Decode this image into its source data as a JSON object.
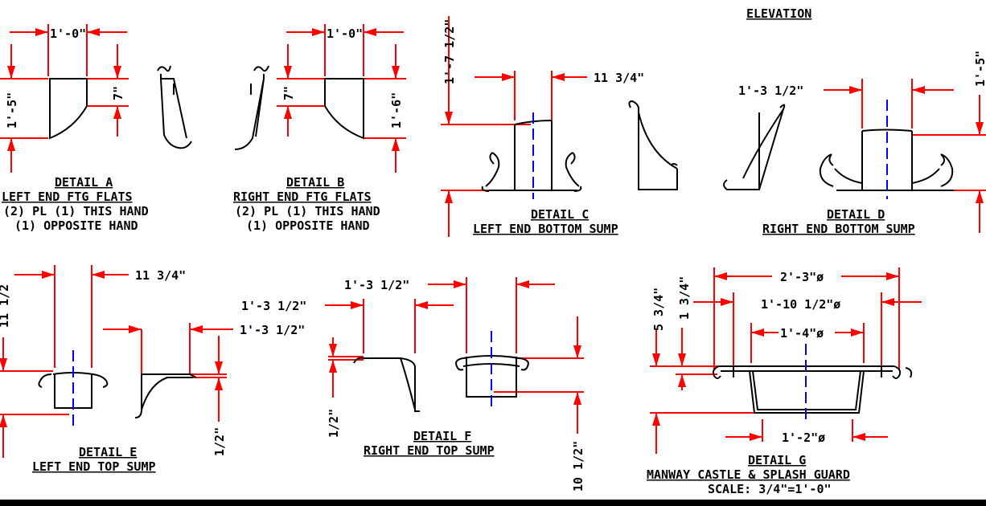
{
  "elevation_title": "ELEVATION",
  "detail_a": {
    "title": "DETAIL A",
    "line1": "LEFT END FTG FLATS",
    "line2": "(2) PL (1) THIS HAND",
    "line3": "(1) OPPOSITE HAND",
    "dim_width": "1'-0\"",
    "dim_height": "1'-5\"",
    "dim_inner": "7\""
  },
  "detail_b": {
    "title": "DETAIL B",
    "line1": "RIGHT END FTG FLATS",
    "line2": "(2) PL (1) THIS HAND",
    "line3": "(1) OPPOSITE HAND",
    "dim_width": "1'-0\"",
    "dim_inner": "7\"",
    "dim_height": "1'-6\""
  },
  "detail_c": {
    "title": "DETAIL C",
    "line1": "LEFT END BOTTOM SUMP",
    "dim_vertical": "1'-7 1/2\"",
    "dim_width": "11 3/4\""
  },
  "detail_d": {
    "title": "DETAIL D",
    "line1": "RIGHT END BOTTOM SUMP",
    "dim_width": "1'-3 1/2\"",
    "dim_vertical": "1'-5\""
  },
  "detail_e": {
    "title": "DETAIL E",
    "line1": "LEFT END TOP SUMP",
    "dim_width": "11 3/4\"",
    "dim_vertical": "11 1/2",
    "dim_flange": "1'-3 1/2\"",
    "dim_small": "1/2\""
  },
  "detail_f": {
    "title": "DETAIL F",
    "line1": "RIGHT END TOP SUMP",
    "dim_width_top": "1'-3 1/2\"",
    "dim_flange": "1'-3 1/2\"",
    "dim_small": "1/2\"",
    "dim_vertical": "10 1/2\""
  },
  "detail_g": {
    "title": "DETAIL G",
    "line1": "MANWAY CASTLE & SPLASH GUARD",
    "scale": "SCALE: 3/4\"=1'-0\"",
    "dim_outer": "2'-3\"ø",
    "dim_mid": "1'-10 1/2\"ø",
    "dim_inner": "1'-4\"ø",
    "dim_bottom": "1'-2\"ø",
    "dim_height_outer": "5 3/4\"",
    "dim_height_inner": "1 3/4\""
  },
  "colors": {
    "dimension": "#ff0000",
    "geometry": "#000000",
    "centerline": "#0000ff",
    "background": "#ffffff"
  }
}
